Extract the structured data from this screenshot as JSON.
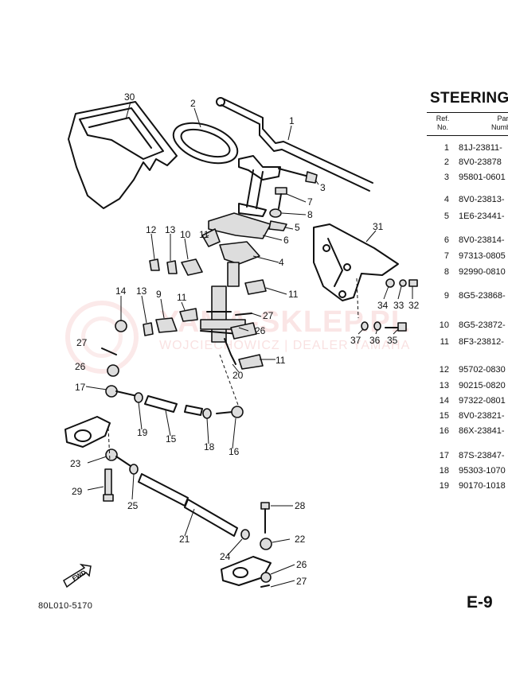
{
  "title": "STEERING",
  "table_header": {
    "ref": "Ref.\nNo.",
    "part": "Part\nNumb"
  },
  "parts": [
    {
      "ref": "1",
      "number": "81J-23811-"
    },
    {
      "ref": "2",
      "number": "8V0-23878"
    },
    {
      "ref": "3",
      "number": "95801-0601"
    },
    {
      "ref": "4",
      "number": "8V0-23813-"
    },
    {
      "ref": "5",
      "number": "1E6-23441-"
    },
    {
      "ref": "6",
      "number": "8V0-23814-"
    },
    {
      "ref": "7",
      "number": "97313-0805"
    },
    {
      "ref": "8",
      "number": "92990-0810"
    },
    {
      "ref": "9",
      "number": "8G5-23868-"
    },
    {
      "ref": "10",
      "number": "8G5-23872-"
    },
    {
      "ref": "11",
      "number": "8F3-23812-"
    },
    {
      "ref": "12",
      "number": "95702-0830"
    },
    {
      "ref": "13",
      "number": "90215-0820"
    },
    {
      "ref": "14",
      "number": "97322-0801"
    },
    {
      "ref": "15",
      "number": "8V0-23821-"
    },
    {
      "ref": "16",
      "number": "86X-23841-"
    },
    {
      "ref": "17",
      "number": "87S-23847-"
    },
    {
      "ref": "18",
      "number": "95303-1070"
    },
    {
      "ref": "19",
      "number": "90170-1018"
    }
  ],
  "callouts": [
    "30",
    "2",
    "1",
    "3",
    "7",
    "8",
    "5",
    "6",
    "31",
    "12",
    "13",
    "10",
    "11",
    "4",
    "11",
    "14",
    "13",
    "9",
    "11",
    "27",
    "34",
    "33",
    "32",
    "27",
    "26",
    "37",
    "36",
    "35",
    "26",
    "11",
    "20",
    "17",
    "19",
    "15",
    "18",
    "16",
    "23",
    "29",
    "25",
    "21",
    "28",
    "22",
    "24",
    "26",
    "27"
  ],
  "fwd_label": "FWD",
  "drawing_code": "80L010-5170",
  "page_id": "E-9",
  "watermark": {
    "line1": "YAMA-SKLEP.PL",
    "line2": "WOJCIECHOWICZ | DEALER YAMAHA"
  }
}
